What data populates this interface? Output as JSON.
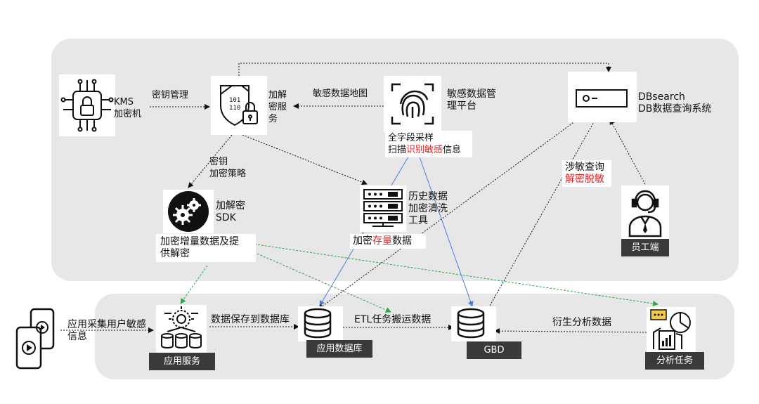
{
  "nodes": {
    "kms": {
      "line1": "KMS",
      "line2": "加密机"
    },
    "crypto_service": {
      "line1": "加解",
      "line2": "密服",
      "line3": "务"
    },
    "sensitive_platform": {
      "line1": "敏感数据管",
      "line2": "理平台"
    },
    "dbsearch": {
      "line1": "DBsearch",
      "line2": "DB数据查询系统"
    },
    "sdk": {
      "line1": "加解密",
      "line2": "SDK"
    },
    "history_tool": {
      "line1": "历史数据",
      "line2": "加密清洗",
      "line3": "工具"
    },
    "employee": {
      "tag": "员工端"
    },
    "app_service": {
      "tag": "应用服务"
    },
    "app_db": {
      "tag": "应用数据库"
    },
    "gbd": {
      "tag": "GBD"
    },
    "analysis": {
      "tag": "分析任务"
    }
  },
  "notes": {
    "full_scan_line1": "全字段采样",
    "full_scan_line2_a": "扫描",
    "full_scan_line2_red": "识别敏感",
    "full_scan_line2_b": "信息",
    "sdk_incremental_line1": "加密增量数据及提",
    "sdk_incremental_line2": "供解密",
    "stock_a": "加密",
    "stock_red": "存量",
    "stock_b": "数据"
  },
  "edges": {
    "key_mgmt": "密钥管理",
    "sensitive_map": "敏感数据地图",
    "key_policy_line1": "密钥",
    "key_policy_line2": "加密策略",
    "sensitive_query_line1": "涉敏查询",
    "sensitive_query_line2": "解密脱敏",
    "collect_line1": "应用采集用户敏感",
    "collect_line2": "信息",
    "save_db": "数据保存到数据库",
    "etl": "ETL任务搬运数据",
    "derived": "衍生分析数据"
  },
  "colors": {
    "panel": "#e7e7e7",
    "tag": "#3a3a3a",
    "highlight": "#e02020",
    "blue_arrow": "#4a7fd6",
    "green_arrow": "#2aa84a"
  }
}
